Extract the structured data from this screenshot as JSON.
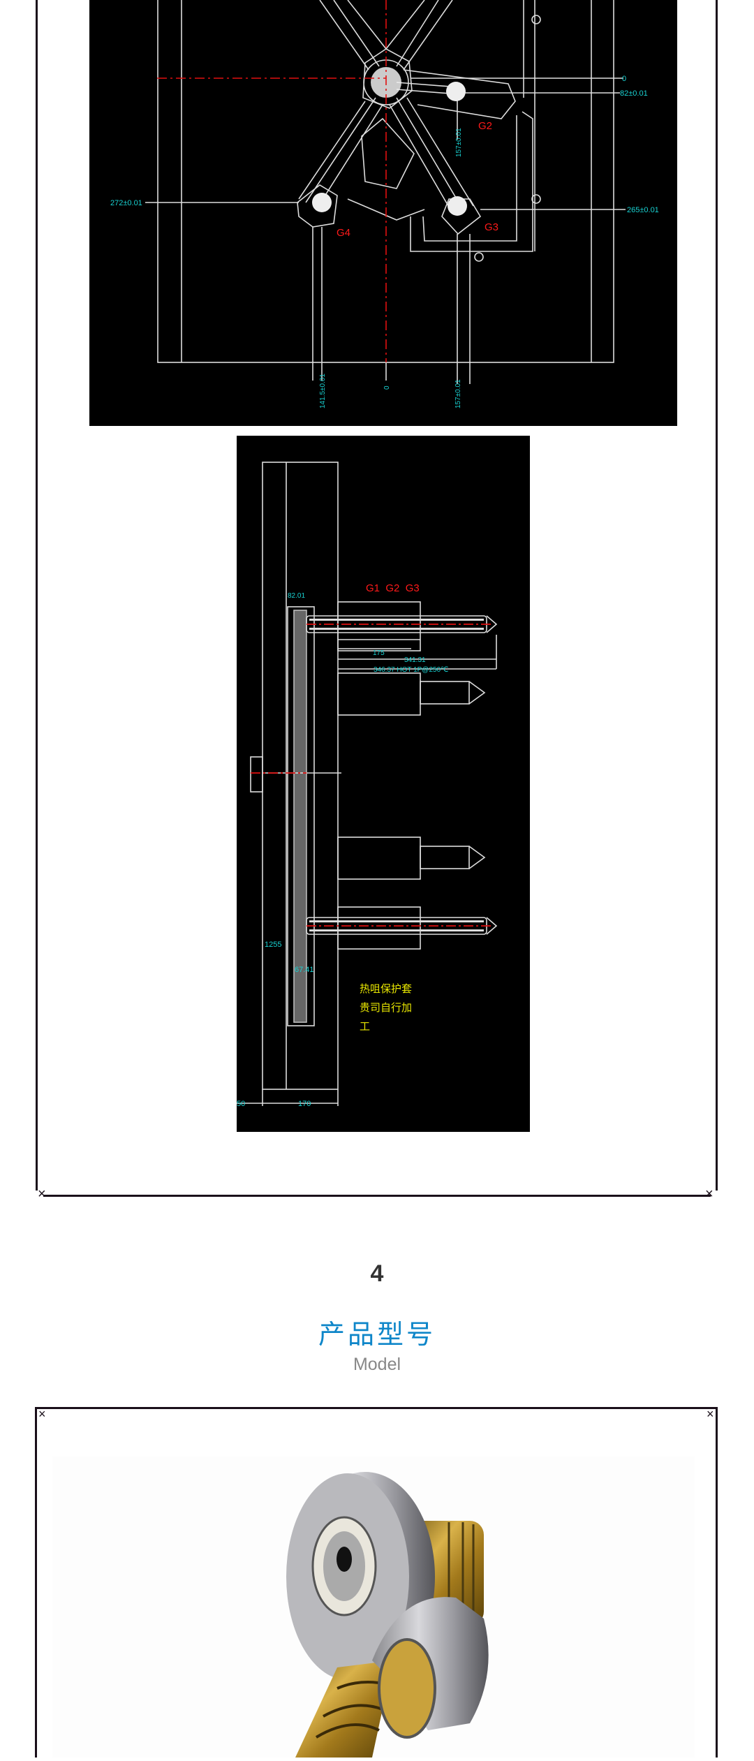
{
  "drawing_top": {
    "labels": {
      "zero_right": "0",
      "dim_82": "82±0.01",
      "g2": "G2",
      "dim_157_v": "157±0.01",
      "dim_272": "272±0.01",
      "dim_265": "265±0.01",
      "g3": "G3",
      "g4": "G4",
      "dim_141": "141.5±0.01",
      "zero_bottom": "0",
      "dim_157_b": "157±0.01"
    }
  },
  "drawing_side": {
    "labels": {
      "gates": "G1  G2  G3",
      "dim_82": "82.01",
      "dim_175": "175",
      "dim_341": "341.31",
      "dim_346": "346.37 HOT 1P@250℃",
      "dim_1255": "1255",
      "dim_6741": "67.41",
      "note_line1": "热咀保护套",
      "note_line2": "贵司自行加",
      "note_line3": "工",
      "dim_50": "50",
      "dim_170": "170"
    }
  },
  "section": {
    "number": "4",
    "title": "产品型号",
    "subtitle": "Model"
  },
  "colors": {
    "title_blue": "#0e86c9",
    "cad_cyan": "#19d3d3",
    "cad_red": "#ff1a1a",
    "cad_yellow": "#e8e600"
  }
}
